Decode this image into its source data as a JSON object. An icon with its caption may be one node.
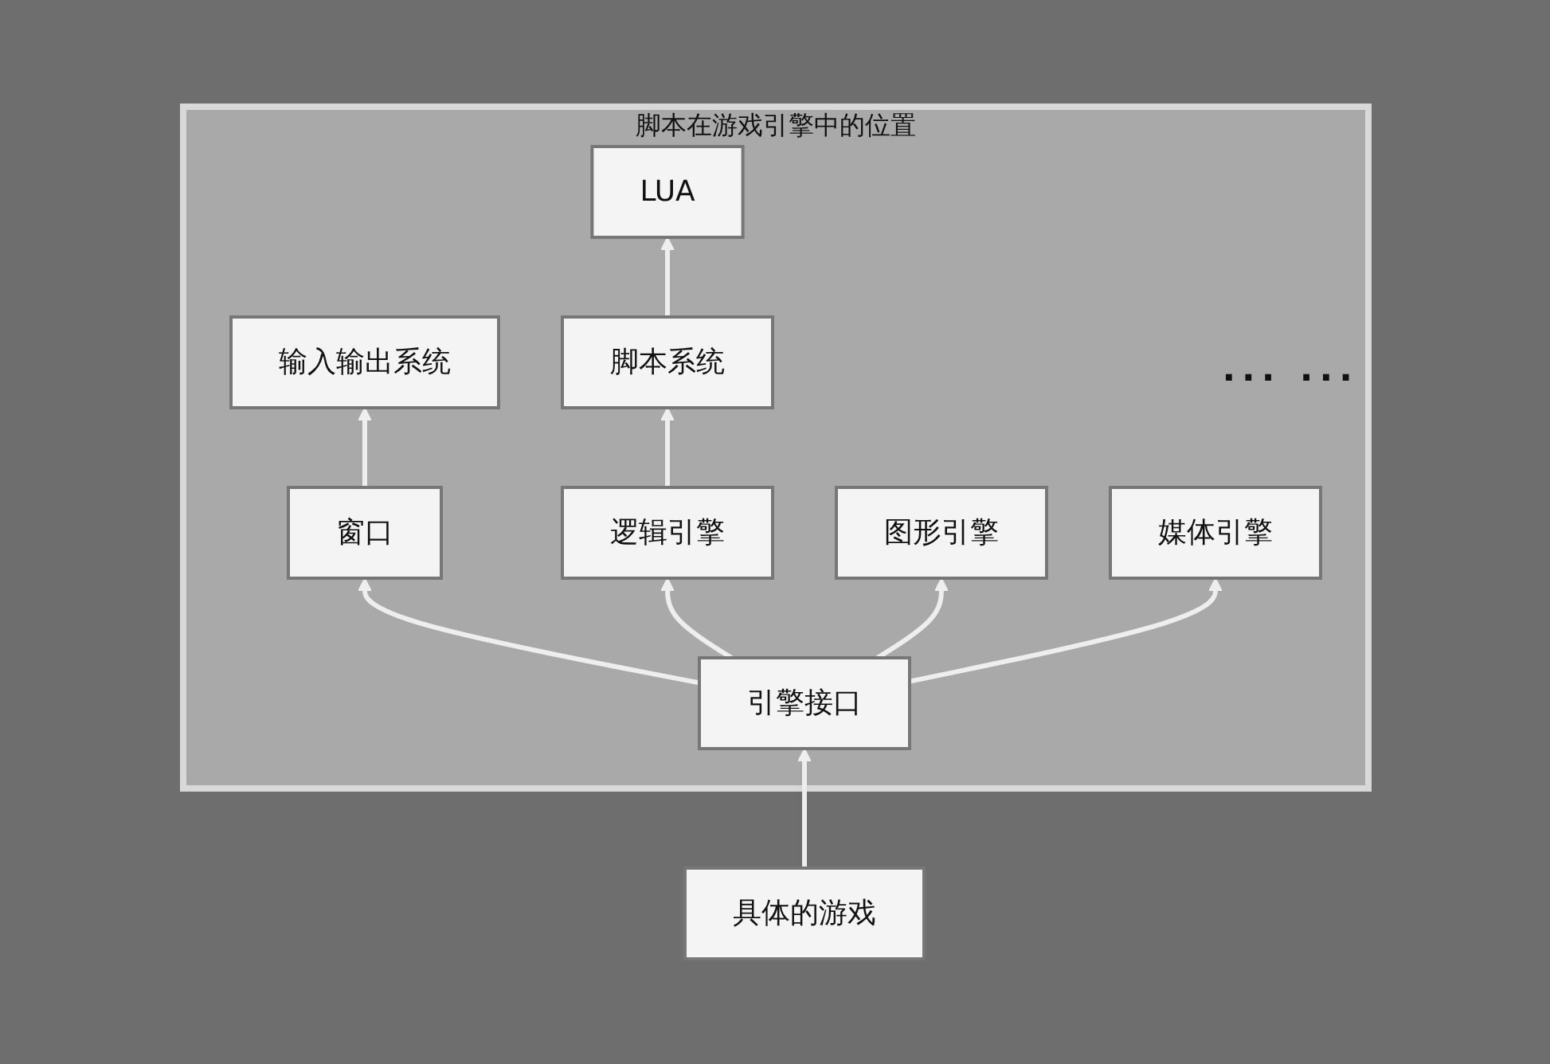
{
  "diagram": {
    "nodes": [
      {
        "text": [
          "脚本在游戏引擎中的位置"
        ]
      },
      {
        "text": [
          "LUA"
        ],
        "in": 0
      },
      {
        "text": [
          "输入输出系统"
        ],
        "in": 0
      },
      {
        "text": [
          "脚本系统"
        ],
        "in": 0
      },
      {
        "text": [
          "窗口"
        ],
        "in": 0
      },
      {
        "text": [
          "逻辑引擎"
        ],
        "in": 0
      },
      {
        "text": [
          "图形引擎"
        ],
        "in": 0
      },
      {
        "text": [
          "媒体引擎"
        ],
        "in": 0
      },
      {
        "text": [
          "引擎接口"
        ],
        "in": 0
      },
      {
        "text": [
          "具体的游戏"
        ]
      }
    ],
    "edges": [
      {
        "from": 9,
        "to": 8,
        "arrow": "to"
      },
      {
        "from": 8,
        "to": 4,
        "arrow": "to"
      },
      {
        "from": 8,
        "to": 5,
        "arrow": "to"
      },
      {
        "from": 8,
        "to": 6,
        "arrow": "to"
      },
      {
        "from": 8,
        "to": 7,
        "arrow": "to"
      },
      {
        "from": 4,
        "to": 2,
        "arrow": "to"
      },
      {
        "from": 5,
        "to": 3,
        "arrow": "to"
      },
      {
        "from": 3,
        "to": 1,
        "arrow": "to"
      }
    ],
    "labels": [
      "... ..."
    ]
  }
}
